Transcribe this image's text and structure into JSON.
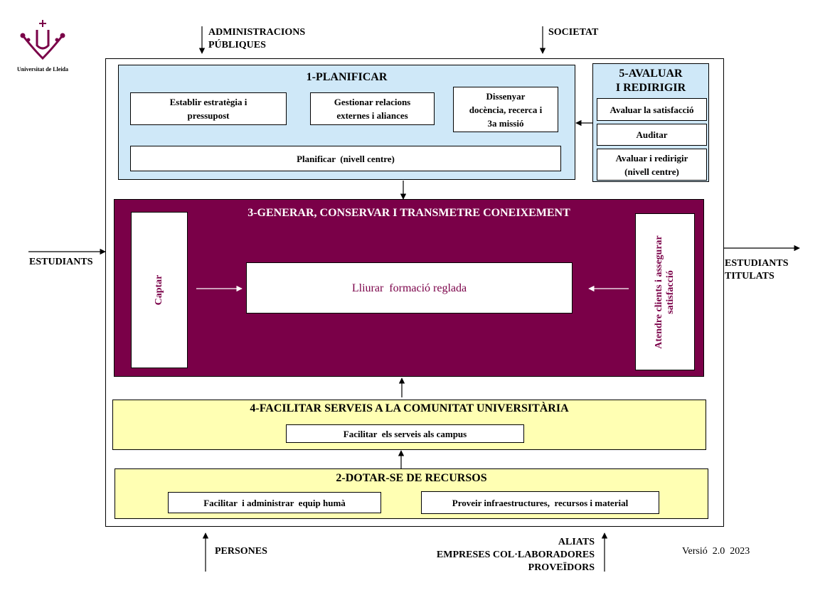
{
  "logo": {
    "name": "Universitat de Lleida",
    "brand_color": "#7a0048"
  },
  "inputs": {
    "administracions": [
      "ADMINISTRACIONS",
      "PÚBLIQUES"
    ],
    "societat": "SOCIETAT",
    "estudiants": "ESTUDIANTS",
    "estudiants_titulats": [
      "ESTUDIANTS",
      "TITULATS"
    ],
    "persones": "PERSONES",
    "aliats": [
      "ALIATS",
      "EMPRESES COL·LABORADORES",
      "PROVEÏDORS"
    ]
  },
  "version": "Versió  2.0  2023",
  "planificar": {
    "title": "1-PLANIFICAR",
    "box1": [
      "Establir  estratègia  i",
      "pressupost"
    ],
    "box2": [
      "Gestionar relacions",
      "externes i aliances"
    ],
    "box3": [
      "Dissenyar",
      "docència, recerca i",
      "3a missió"
    ],
    "box4": "Planificar  (nivell centre)"
  },
  "avaluar": {
    "title": [
      "5-AVALUAR",
      "I REDIRIGIR"
    ],
    "box1": "Avaluar la satisfacció",
    "box2": "Auditar",
    "box3": [
      "Avaluar i redirigir",
      "(nivell centre)"
    ]
  },
  "generar": {
    "title": "3-GENERAR, CONSERVAR I TRANSMETRE CONEIXEMENT",
    "captar": "Captar",
    "lliurar": "Lliurar  formació reglada",
    "atendre": [
      "Atendre  clients i assegurar",
      "satisfacció"
    ]
  },
  "facilitar": {
    "title": "4-FACILITAR SERVEIS A LA COMUNITAT UNIVERSITÀRIA",
    "box1": "Facilitar  els serveis als campus"
  },
  "dotar": {
    "title": "2-DOTAR-SE DE RECURSOS",
    "box1": "Facilitar  i administrar  equip humà",
    "box2": "Proveir infraestructures,  recursos i material"
  },
  "colors": {
    "maroon": "#7a0048",
    "blue": "#cfe8f8",
    "yellow": "#ffffb3"
  }
}
